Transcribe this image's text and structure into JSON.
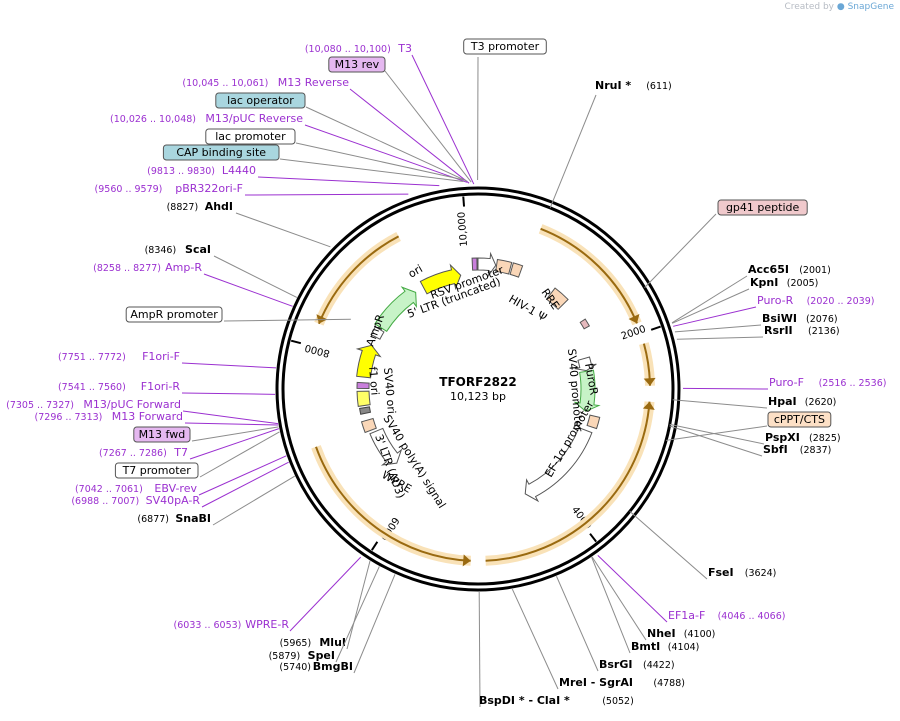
{
  "credit": {
    "prefix": "Created by",
    "brand": "SnapGene"
  },
  "plasmid": {
    "name": "TFORF2822",
    "size": "10,123 bp"
  },
  "colors": {
    "primer": "#9b30d0",
    "feature_purple": "#c97fdc",
    "feature_cyan": "#7fbcca",
    "feature_peach": "#fad7b8",
    "feature_pink": "#e6b9bd",
    "orf_orange": "#f6a21a",
    "site_line": "#8c8c8c"
  },
  "ticks": [
    {
      "label": "10,000"
    },
    {
      "label": "2000"
    },
    {
      "label": "4000"
    },
    {
      "label": "6000"
    },
    {
      "label": "8000"
    }
  ],
  "labels": [
    {
      "text": "T3",
      "range": "(10,080 .. 10,100)",
      "style": "primer"
    },
    {
      "text": "M13 rev",
      "style": "boxed_purple"
    },
    {
      "text": "T3 promoter",
      "style": "boxed_white"
    },
    {
      "text": "M13 Reverse",
      "range": "(10,045 .. 10,061)",
      "style": "primer"
    },
    {
      "text": "lac operator",
      "style": "boxed_cyan"
    },
    {
      "text": "M13/pUC Reverse",
      "range": "(10,026 .. 10,048)",
      "style": "primer"
    },
    {
      "text": "lac promoter",
      "style": "boxed_white"
    },
    {
      "text": "CAP binding site",
      "style": "boxed_cyan"
    },
    {
      "text": "L4440",
      "range": "(9813 .. 9830)",
      "style": "primer"
    },
    {
      "text": "pBR322ori-F",
      "range": "(9560 .. 9579)",
      "style": "primer"
    },
    {
      "text": "AhdI",
      "pos": "(8827)",
      "style": "site"
    },
    {
      "text": "ScaI",
      "pos": "(8346)",
      "style": "site"
    },
    {
      "text": "Amp-R",
      "range": "(8258 .. 8277)",
      "style": "primer"
    },
    {
      "text": "AmpR promoter",
      "style": "boxed_white"
    },
    {
      "text": "F1ori-F",
      "range": "(7751 .. 7772)",
      "style": "primer"
    },
    {
      "text": "F1ori-R",
      "range": "(7541 .. 7560)",
      "style": "primer"
    },
    {
      "text": "M13/pUC Forward",
      "range": "(7305 .. 7327)",
      "style": "primer"
    },
    {
      "text": "M13 Forward",
      "range": "(7296 .. 7313)",
      "style": "primer"
    },
    {
      "text": "M13 fwd",
      "style": "boxed_purple"
    },
    {
      "text": "T7",
      "range": "(7267 .. 7286)",
      "style": "primer"
    },
    {
      "text": "T7 promoter",
      "style": "boxed_white"
    },
    {
      "text": "EBV-rev",
      "range": "(7042 .. 7061)",
      "style": "primer"
    },
    {
      "text": "SV40pA-R",
      "range": "(6988 .. 7007)",
      "style": "primer"
    },
    {
      "text": "SnaBI",
      "pos": "(6877)",
      "style": "site"
    },
    {
      "text": "NruI *",
      "pos": "(611)",
      "style": "site"
    },
    {
      "text": "gp41 peptide",
      "style": "boxed_pink"
    },
    {
      "text": "Acc65I",
      "pos": "(2001)",
      "style": "site"
    },
    {
      "text": "KpnI",
      "pos": "(2005)",
      "style": "site"
    },
    {
      "text": "Puro-R",
      "range": "(2020 .. 2039)",
      "style": "primer"
    },
    {
      "text": "BsiWI",
      "pos": "(2076)",
      "style": "site"
    },
    {
      "text": "RsrII",
      "pos": "(2136)",
      "style": "site"
    },
    {
      "text": "Puro-F",
      "range": "(2516 .. 2536)",
      "style": "primer"
    },
    {
      "text": "HpaI",
      "pos": "(2620)",
      "style": "site"
    },
    {
      "text": "cPPT/CTS",
      "style": "boxed_peach"
    },
    {
      "text": "PspXI",
      "pos": "(2825)",
      "style": "site"
    },
    {
      "text": "SbfI",
      "pos": "(2837)",
      "style": "site"
    },
    {
      "text": "FseI",
      "pos": "(3624)",
      "style": "site"
    },
    {
      "text": "EF1a-F",
      "range": "(4046 .. 4066)",
      "style": "primer"
    },
    {
      "text": "NheI",
      "pos": "(4100)",
      "style": "site"
    },
    {
      "text": "BmtI",
      "pos": "(4104)",
      "style": "site"
    },
    {
      "text": "BsrGI",
      "pos": "(4422)",
      "style": "site"
    },
    {
      "text": "MreI - SgrAI",
      "pos": "(4788)",
      "style": "site"
    },
    {
      "text": "BspDI * - ClaI *",
      "pos": "(5052)",
      "style": "site"
    },
    {
      "text": "MluI",
      "pos": "(5965)",
      "style": "site"
    },
    {
      "text": "SpeI",
      "pos": "(5879)",
      "style": "site"
    },
    {
      "text": "BmgBI",
      "pos": "(5740)",
      "style": "site"
    },
    {
      "text": "WPRE-R",
      "range": "(6033 .. 6053)",
      "style": "primer"
    }
  ],
  "features": [
    {
      "name": "RSV promoter"
    },
    {
      "name": "5' LTR (truncated)"
    },
    {
      "name": "HIV-1 Ψ"
    },
    {
      "name": "RRE"
    },
    {
      "name": "PuroR"
    },
    {
      "name": "SV40 promoter"
    },
    {
      "name": "EF-1α promoter"
    },
    {
      "name": "WPRE"
    },
    {
      "name": "3' LTR (ΔU3)"
    },
    {
      "name": "SV40 poly(A) signal"
    },
    {
      "name": "SV40 ori"
    },
    {
      "name": "f1 ori"
    },
    {
      "name": "AmpR"
    },
    {
      "name": "ori"
    }
  ]
}
